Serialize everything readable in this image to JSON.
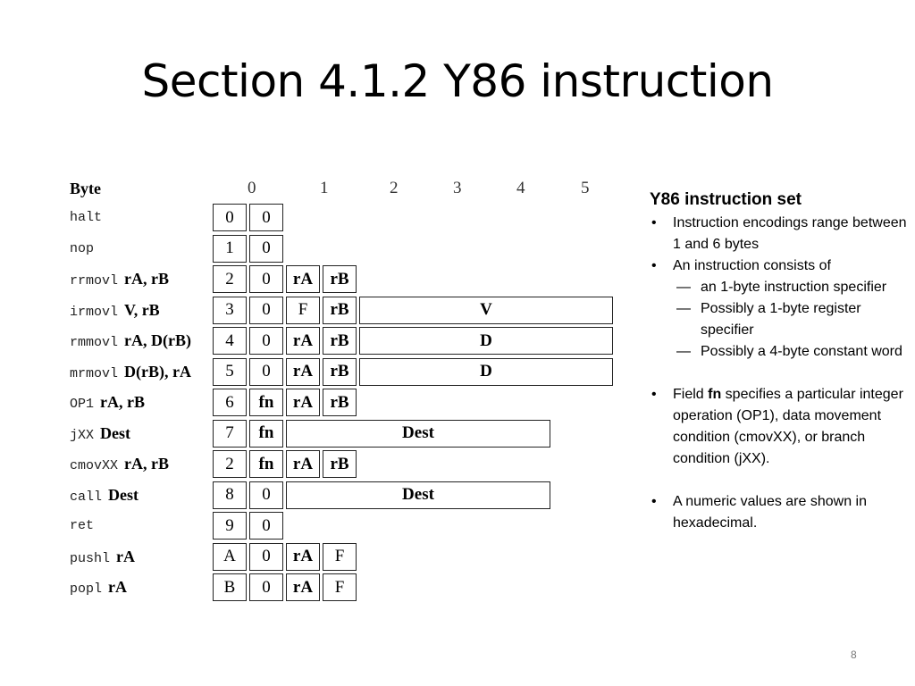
{
  "slide": {
    "title": "Section 4.1.2 Y86 instruction",
    "page_number": "8"
  },
  "table": {
    "header_label": "Byte",
    "byte_headers": [
      "0",
      "1",
      "2",
      "3",
      "4",
      "5"
    ],
    "rows": [
      {
        "mnemonic": "halt",
        "operands": "",
        "cells": [
          {
            "text": "0",
            "bold": false,
            "span": 1
          },
          {
            "text": "0",
            "bold": false,
            "span": 1
          }
        ]
      },
      {
        "mnemonic": "nop",
        "operands": "",
        "cells": [
          {
            "text": "1",
            "bold": false,
            "span": 1
          },
          {
            "text": "0",
            "bold": false,
            "span": 1
          }
        ]
      },
      {
        "mnemonic": "rrmovl",
        "operands": "rA, rB",
        "cells": [
          {
            "text": "2",
            "bold": false,
            "span": 1
          },
          {
            "text": "0",
            "bold": false,
            "span": 1
          },
          {
            "text": "rA",
            "bold": true,
            "span": 1
          },
          {
            "text": "rB",
            "bold": true,
            "span": 1
          }
        ]
      },
      {
        "mnemonic": "irmovl",
        "operands": "V, rB",
        "cells": [
          {
            "text": "3",
            "bold": false,
            "span": 1
          },
          {
            "text": "0",
            "bold": false,
            "span": 1
          },
          {
            "text": "F",
            "bold": false,
            "span": 1
          },
          {
            "text": "rB",
            "bold": true,
            "span": 1
          },
          {
            "text": "V",
            "bold": true,
            "span": 4
          }
        ]
      },
      {
        "mnemonic": "rmmovl",
        "operands": "rA, D(rB)",
        "cells": [
          {
            "text": "4",
            "bold": false,
            "span": 1
          },
          {
            "text": "0",
            "bold": false,
            "span": 1
          },
          {
            "text": "rA",
            "bold": true,
            "span": 1
          },
          {
            "text": "rB",
            "bold": true,
            "span": 1
          },
          {
            "text": "D",
            "bold": true,
            "span": 4
          }
        ]
      },
      {
        "mnemonic": "mrmovl",
        "operands": "D(rB), rA",
        "cells": [
          {
            "text": "5",
            "bold": false,
            "span": 1
          },
          {
            "text": "0",
            "bold": false,
            "span": 1
          },
          {
            "text": "rA",
            "bold": true,
            "span": 1
          },
          {
            "text": "rB",
            "bold": true,
            "span": 1
          },
          {
            "text": "D",
            "bold": true,
            "span": 4
          }
        ]
      },
      {
        "mnemonic": "OP1",
        "operands": "rA, rB",
        "cells": [
          {
            "text": "6",
            "bold": false,
            "span": 1
          },
          {
            "text": "fn",
            "bold": true,
            "span": 1
          },
          {
            "text": "rA",
            "bold": true,
            "span": 1
          },
          {
            "text": "rB",
            "bold": true,
            "span": 1
          }
        ]
      },
      {
        "mnemonic": "jXX",
        "operands": "Dest",
        "cells": [
          {
            "text": "7",
            "bold": false,
            "span": 1
          },
          {
            "text": "fn",
            "bold": true,
            "span": 1
          },
          {
            "text": "Dest",
            "bold": true,
            "span": 4
          }
        ]
      },
      {
        "mnemonic": "cmovXX",
        "operands": "rA, rB",
        "cells": [
          {
            "text": "2",
            "bold": false,
            "span": 1
          },
          {
            "text": "fn",
            "bold": true,
            "span": 1
          },
          {
            "text": "rA",
            "bold": true,
            "span": 1
          },
          {
            "text": "rB",
            "bold": true,
            "span": 1
          }
        ]
      },
      {
        "mnemonic": "call",
        "operands": "Dest",
        "cells": [
          {
            "text": "8",
            "bold": false,
            "span": 1
          },
          {
            "text": "0",
            "bold": false,
            "span": 1
          },
          {
            "text": "Dest",
            "bold": true,
            "span": 4
          }
        ]
      },
      {
        "mnemonic": "ret",
        "operands": "",
        "cells": [
          {
            "text": "9",
            "bold": false,
            "span": 1
          },
          {
            "text": "0",
            "bold": false,
            "span": 1
          }
        ]
      },
      {
        "mnemonic": "pushl",
        "operands": "rA",
        "cells": [
          {
            "text": "A",
            "bold": false,
            "span": 1
          },
          {
            "text": "0",
            "bold": false,
            "span": 1
          },
          {
            "text": "rA",
            "bold": true,
            "span": 1
          },
          {
            "text": "F",
            "bold": false,
            "span": 1
          }
        ]
      },
      {
        "mnemonic": "popl",
        "operands": "rA",
        "cells": [
          {
            "text": "B",
            "bold": false,
            "span": 1
          },
          {
            "text": "0",
            "bold": false,
            "span": 1
          },
          {
            "text": "rA",
            "bold": true,
            "span": 1
          },
          {
            "text": "F",
            "bold": false,
            "span": 1
          }
        ]
      }
    ]
  },
  "side_panel": {
    "heading": "Y86 instruction set",
    "bullet_mark": "•",
    "sub_mark": "—",
    "bullet1": "Instruction encodings range between 1 and 6 bytes",
    "bullet2": "An instruction consists of",
    "sub1": "an 1-byte  instruction specifier",
    "sub2": "Possibly a 1-byte register specifier",
    "sub3": "Possibly a 4-byte constant word",
    "bullet3_pre": "Field ",
    "bullet3_bold": "fn",
    "bullet3_post": " specifies a particular integer operation (OP1), data movement condition (cmovXX), or branch condition (jXX).",
    "bullet4": "A numeric values are shown in hexadecimal."
  }
}
